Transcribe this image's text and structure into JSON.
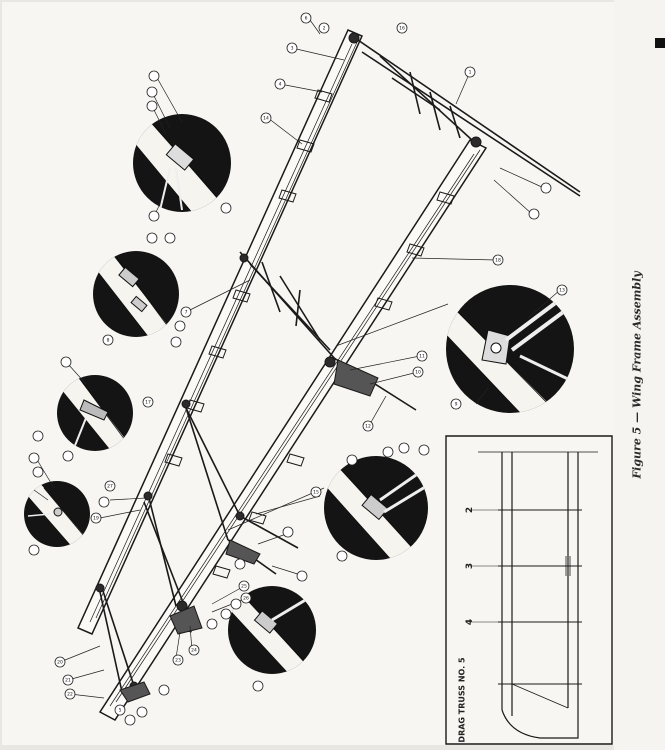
{
  "figure": {
    "caption": "Figure 5 — Wing Frame Assembly"
  },
  "inset": {
    "label": "DRAG TRUSS NO. 5",
    "truss_numbers": [
      "2",
      "3",
      "4"
    ]
  },
  "callouts": {
    "c1": "6",
    "c2": "3",
    "c3": "16",
    "c4": "4",
    "c5": "1",
    "c6": "14",
    "c7": "7",
    "c8": "17",
    "c9": "13",
    "c10": "18",
    "c11": "19",
    "c12": "10",
    "c13": "11",
    "c14": "12",
    "c15": "9",
    "c16": "20",
    "c17": "21",
    "c18": "22",
    "c19": "23",
    "c20": "24",
    "c21": "25",
    "c22": "26",
    "c23": "27",
    "c24": "8",
    "c25": "5",
    "c26": "15",
    "c27": "2"
  }
}
